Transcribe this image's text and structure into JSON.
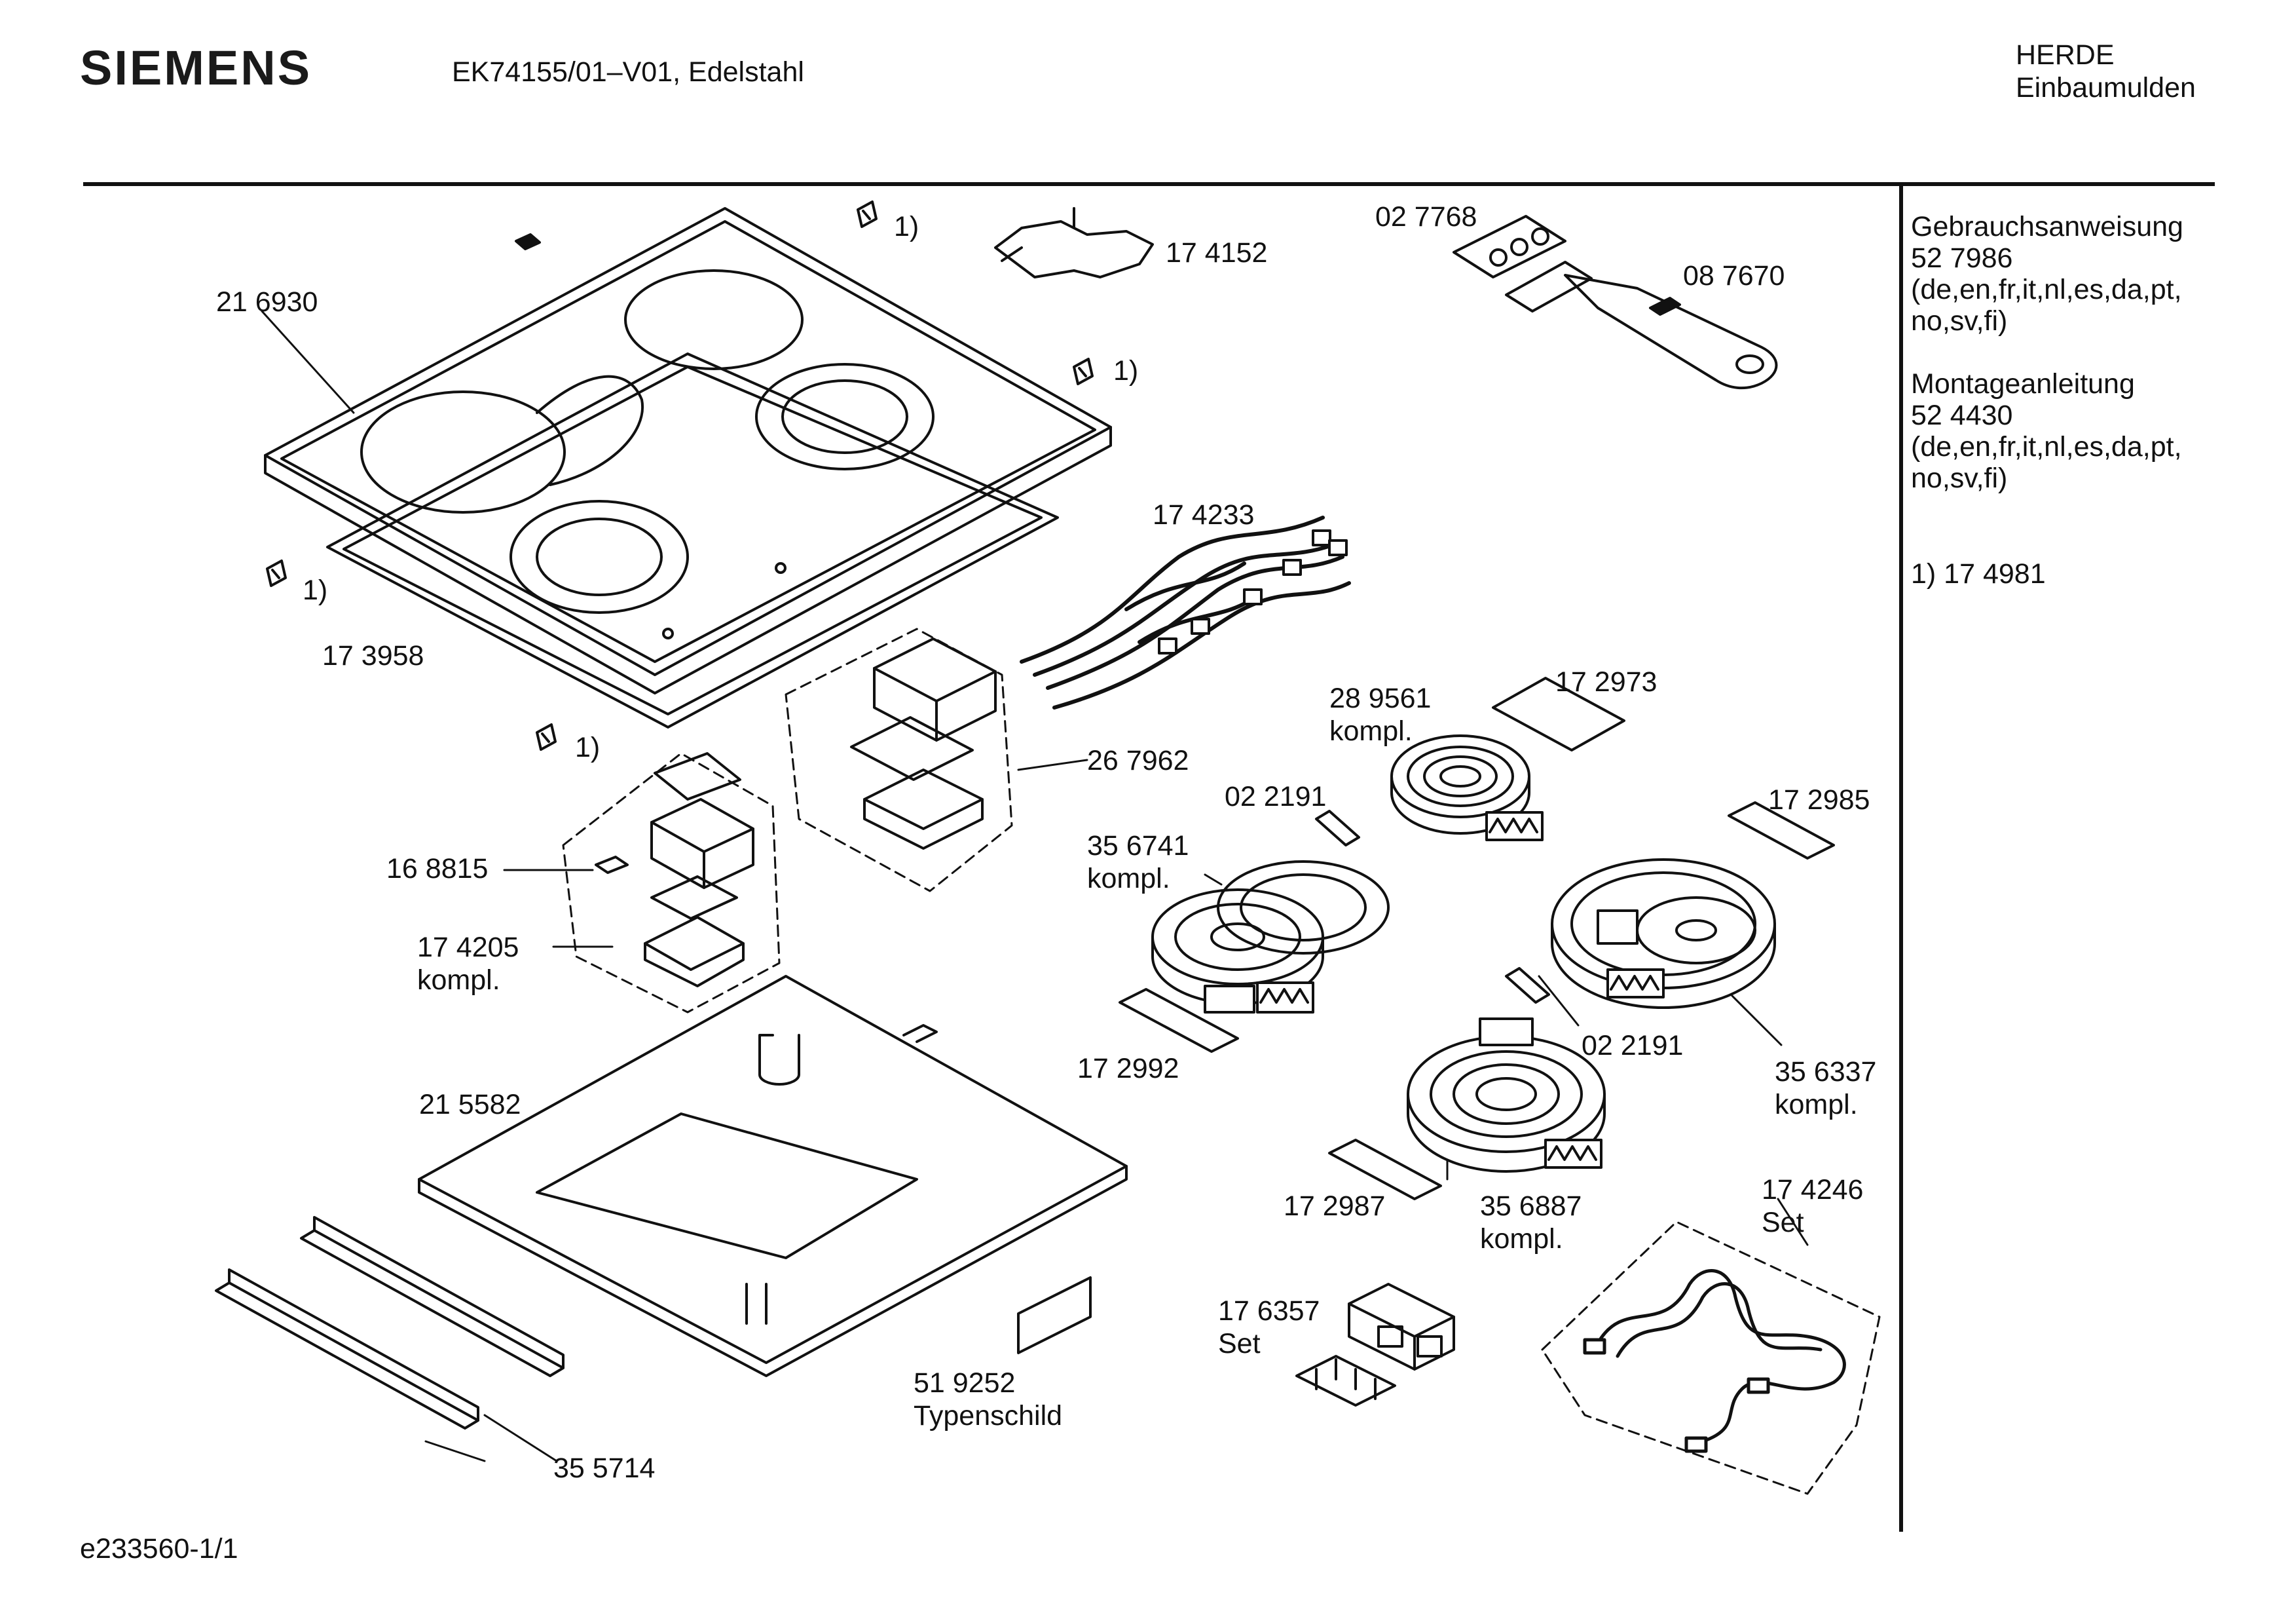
{
  "header": {
    "brand": "SIEMENS",
    "model": "EK74155/01–V01, Edelstahl",
    "category_line1": "HERDE",
    "category_line2": "Einbaumulden"
  },
  "sidebar": {
    "manual1_title": "Gebrauchsanweisung",
    "manual1_number": "52 7986",
    "manual1_lang1": "(de,en,fr,it,nl,es,da,pt,",
    "manual1_lang2": "no,sv,fi)",
    "manual2_title": "Montageanleitung",
    "manual2_number": "52 4430",
    "manual2_lang1": "(de,en,fr,it,nl,es,da,pt,",
    "manual2_lang2": "no,sv,fi)",
    "footnote": "1) 17 4981"
  },
  "parts": [
    {
      "number": "21 6930",
      "sub": ""
    },
    {
      "number": "17 4152",
      "sub": ""
    },
    {
      "number": "02 7768",
      "sub": ""
    },
    {
      "number": "08 7670",
      "sub": ""
    },
    {
      "number": "17 4233",
      "sub": ""
    },
    {
      "number": "17 3958",
      "sub": ""
    },
    {
      "number": "26 7962",
      "sub": ""
    },
    {
      "number": "28 9561",
      "sub": "kompl."
    },
    {
      "number": "17 2973",
      "sub": ""
    },
    {
      "number": "16 8815",
      "sub": ""
    },
    {
      "number": "02 2191",
      "sub": ""
    },
    {
      "number": "17 2985",
      "sub": ""
    },
    {
      "number": "35 6741",
      "sub": "kompl."
    },
    {
      "number": "17 4205",
      "sub": "kompl."
    },
    {
      "number": "21 5582",
      "sub": ""
    },
    {
      "number": "17 2992",
      "sub": ""
    },
    {
      "number": "02 2191",
      "sub": ""
    },
    {
      "number": "35 6337",
      "sub": "kompl."
    },
    {
      "number": "17 2987",
      "sub": ""
    },
    {
      "number": "35 6887",
      "sub": "kompl."
    },
    {
      "number": "17 4246",
      "sub": "Set"
    },
    {
      "number": "17 6357",
      "sub": "Set"
    },
    {
      "number": "51 9252",
      "sub": "Typenschild"
    },
    {
      "number": "35 5714",
      "sub": ""
    }
  ],
  "footnote_marks": [
    "1)",
    "1)",
    "1)",
    "1)"
  ],
  "footer": {
    "drawing_id": "e233560-1/1"
  }
}
